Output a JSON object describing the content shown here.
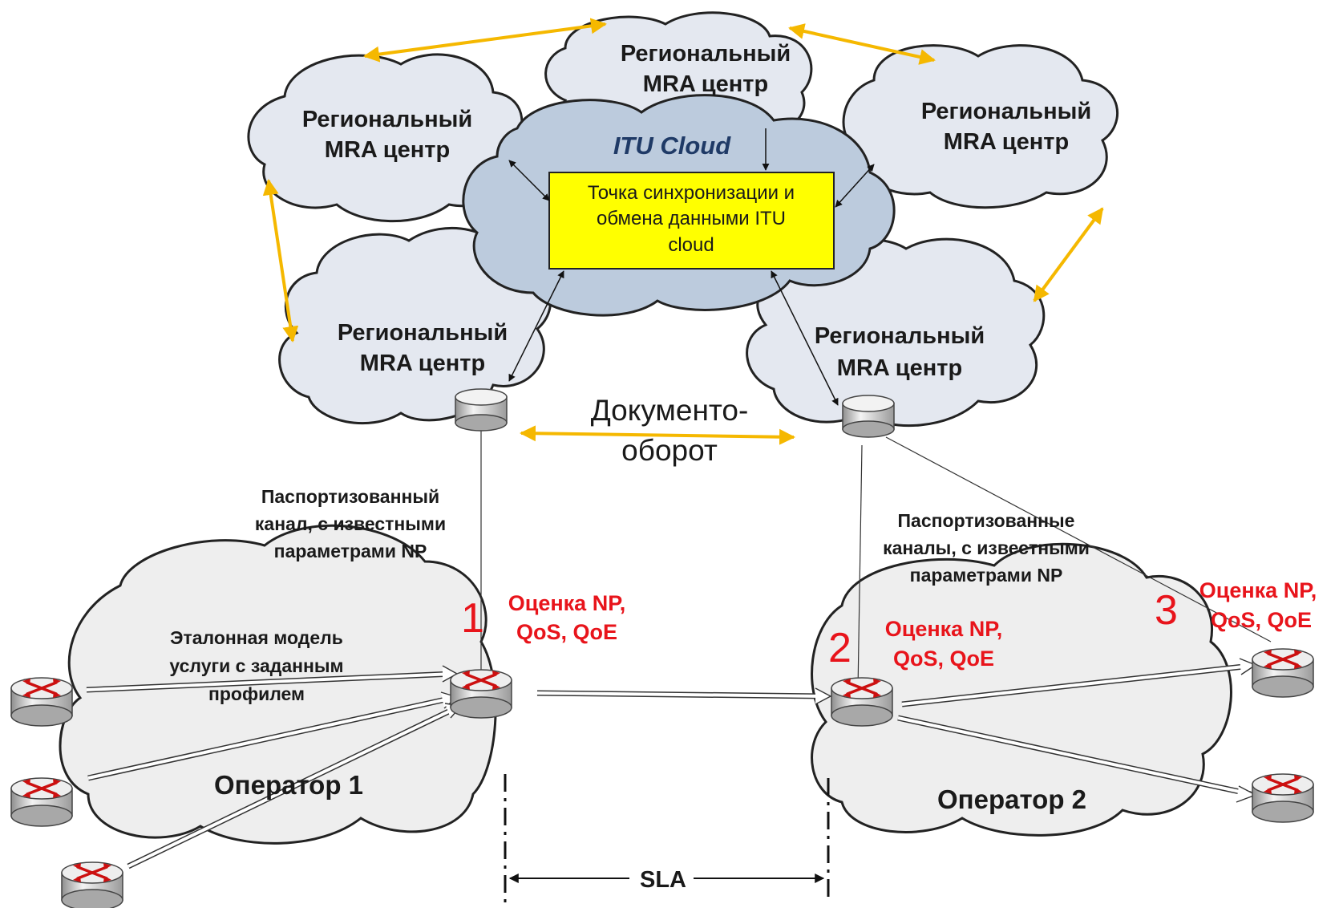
{
  "mra_label_line1": "Региональный",
  "mra_label_line2": "MRA центр",
  "itu_cloud_label": "ITU Cloud",
  "sync_box": {
    "line1": "Точка синхронизации и",
    "line2": "обмена данными ITU",
    "line3": "cloud"
  },
  "doc_flow": {
    "line1": "Документо-",
    "line2": "оборот"
  },
  "left_channel": {
    "line1": "Паспортизованный",
    "line2": "канал, с известными",
    "line3": "параметрами NP"
  },
  "right_channel": {
    "line1": "Паспортизованные",
    "line2": "каналы, с известными",
    "line3": "параметрами NP"
  },
  "reference_model": {
    "line1": "Эталонная модель",
    "line2": "услуги с заданным",
    "line3": "профилем"
  },
  "assessment_points": [
    {
      "number": "1",
      "line1": "Оценка NP,",
      "line2": "QoS, QoE"
    },
    {
      "number": "2",
      "line1": "Оценка NP,",
      "line2": "QoS, QoE"
    },
    {
      "number": "3",
      "line1": "Оценка NP,",
      "line2": "QoS, QoE"
    }
  ],
  "operator1": "Оператор 1",
  "operator2": "Оператор 2",
  "sla": "SLA",
  "colors": {
    "mra_cloud_fill": "#e4e8f0",
    "itu_cloud_fill": "#bccbdd",
    "operator_cloud_fill": "#eeeeee",
    "sync_box_fill": "#ffff00",
    "orange_link": "#f5b800",
    "assessment_red": "#e8141b",
    "itu_label": "#1f3a66"
  },
  "icons": [
    "router-icon",
    "database-icon"
  ]
}
